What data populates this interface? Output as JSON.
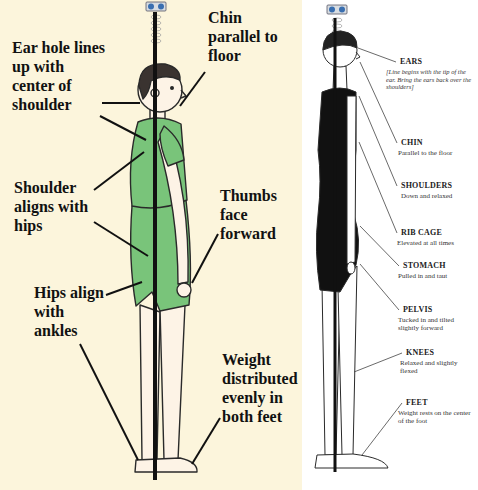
{
  "diagram": {
    "labels": [
      "Ear hole lines up with center of shoulder",
      "Chin parallel to floor",
      "Shoulder aligns with hips",
      "Thumbs face forward",
      "Hips align with ankles",
      "Weight distributed evenly in both feet",
      "EARS",
      "[Line begins with the tip of the ear. Bring the ears back over the shoulders]",
      "CHIN",
      "Parallel to the floor",
      "SHOULDERS",
      "Down and relaxed",
      "RIB CAGE",
      "Elevated at all times",
      "STOMACH",
      "Pulled in and taut",
      "PELVIS",
      "Tucked in and tilted slightly forward",
      "KNEES",
      "Relaxed and slightly flexed",
      "FEET",
      "Weight rests on the center of the foot"
    ]
  }
}
